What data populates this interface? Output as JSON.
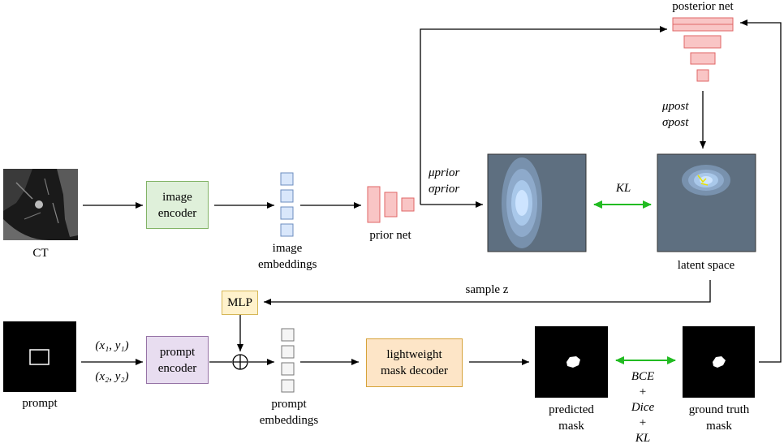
{
  "inputs": {
    "ct_label": "CT",
    "prompt_label": "prompt",
    "coord1": "(x₁, y₁)",
    "coord2": "(x₂, y₂)"
  },
  "blocks": {
    "image_encoder": [
      "image",
      "encoder"
    ],
    "prompt_encoder": [
      "prompt",
      "encoder"
    ],
    "mask_decoder": [
      "lightweight",
      "mask decoder"
    ],
    "mlp": "MLP"
  },
  "nets": {
    "prior_net": "prior net",
    "posterior_net": "posterior net"
  },
  "embeddings": {
    "image": [
      "image",
      "embeddings"
    ],
    "prompt": [
      "prompt",
      "embeddings"
    ]
  },
  "latent": {
    "latent_space": "latent space",
    "sample_z": "sample z",
    "mu_prior": "μprior",
    "sigma_prior": "σprior",
    "mu_post": "μpost",
    "sigma_post": "σpost",
    "kl": "KL"
  },
  "outputs": {
    "predicted_mask": [
      "predicted",
      "mask"
    ],
    "ground_truth_mask": [
      "ground truth",
      "mask"
    ],
    "loss": [
      "BCE",
      "+",
      "Dice",
      "+",
      "KL"
    ]
  },
  "colors": {
    "encoder_green": "#dff0da",
    "prompt_purple": "#e8ddf0",
    "decoder_orange": "#fde5c7",
    "mlp_yellow": "#fff2cc",
    "net_red": "#f9c5c5",
    "embed_blue": "#d9e7fb",
    "latent_bg": "#5e6f80",
    "kl_green": "#22bb22"
  }
}
